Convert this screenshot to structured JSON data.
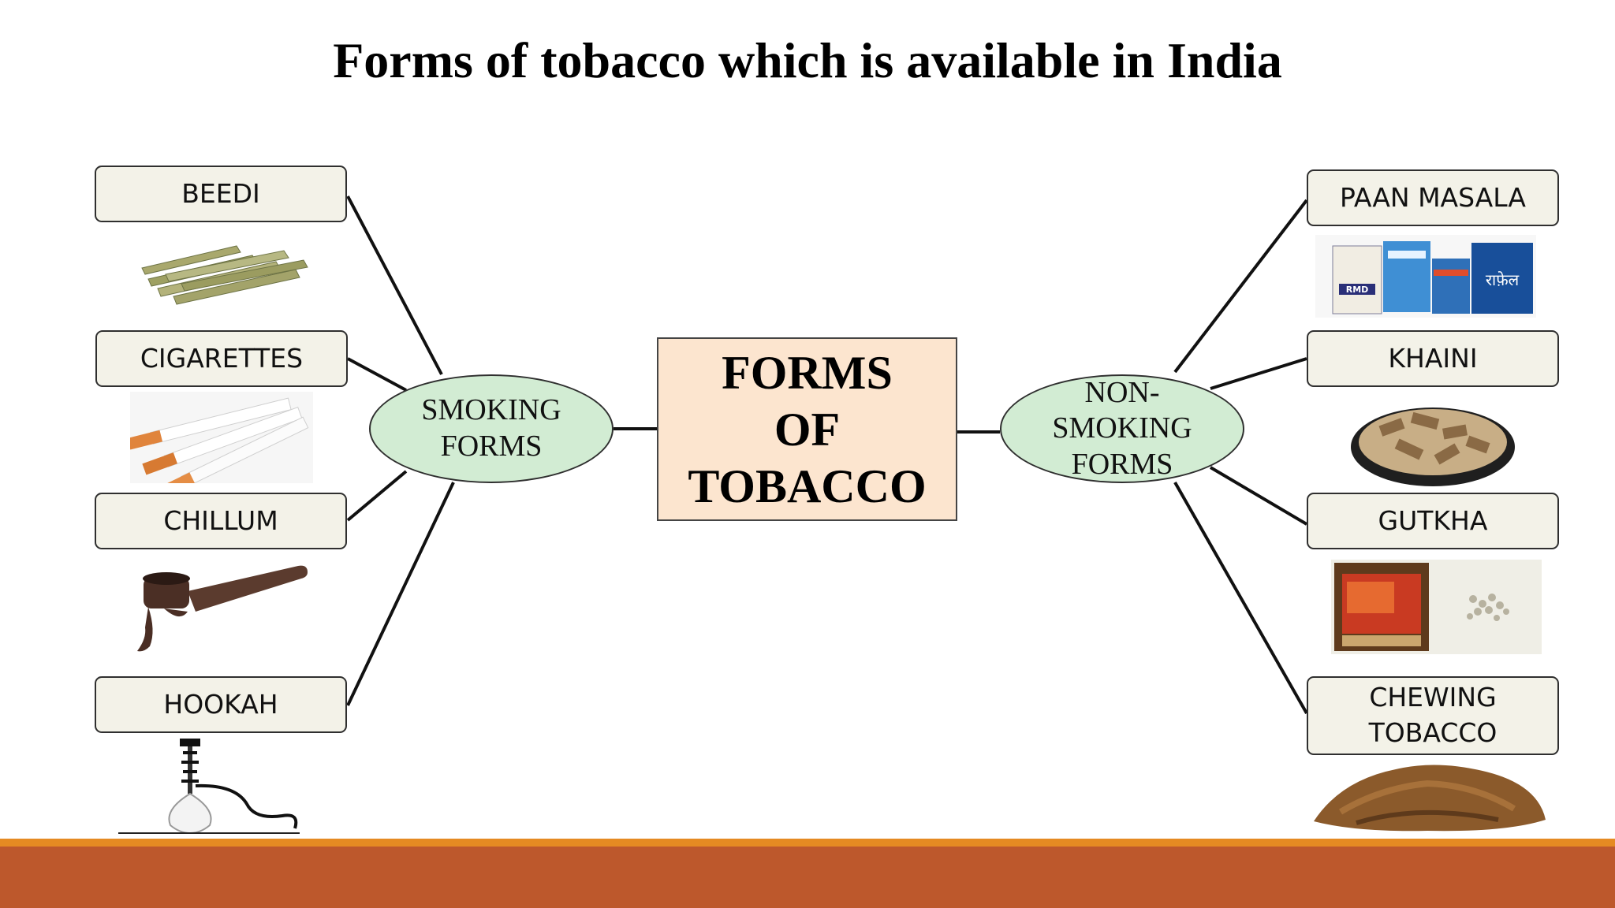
{
  "title": "Forms of tobacco which is available in India",
  "center": {
    "label": "FORMS\n OF\nTOBACCO"
  },
  "smoking": {
    "label": "SMOKING\nFORMS",
    "items": [
      {
        "label": "BEEDI",
        "image": "beedi-bundle"
      },
      {
        "label": "CIGARETTES",
        "image": "cigarettes"
      },
      {
        "label": "CHILLUM",
        "image": "chillum-pipe"
      },
      {
        "label": "HOOKAH",
        "image": "hookah"
      }
    ]
  },
  "non_smoking": {
    "label": "NON-\nSMOKING\nFORMS",
    "items": [
      {
        "label": "PAAN MASALA",
        "image": "paan-masala-packets"
      },
      {
        "label": "KHAINI",
        "image": "khaini-bowl"
      },
      {
        "label": "GUTKHA",
        "image": "gutkha-sachet"
      },
      {
        "label": "CHEWING\nTOBACCO",
        "image": "chewing-tobacco-pile"
      }
    ]
  },
  "packet_text": {
    "rmd": "RMD",
    "rafale": "राफ़ेल"
  },
  "colors": {
    "box_fill": "#f3f2e8",
    "ellipse_fill": "#d2ecd3",
    "center_fill": "#fce5cf",
    "stripe_orange": "#e58a22",
    "stripe_rust": "#bd582c"
  }
}
